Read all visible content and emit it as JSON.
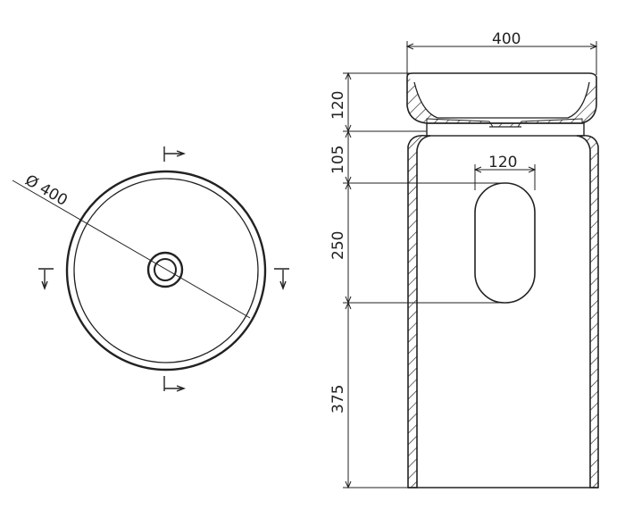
{
  "drawing": {
    "plan_view": {
      "diameter_label": "Ø 400"
    },
    "side_section": {
      "overall_width_label": "400",
      "basin_height_label": "120",
      "neck_height_label": "105",
      "opening_width_label": "120",
      "opening_height_label": "250",
      "base_height_label": "375"
    },
    "colors": {
      "line": "#222222",
      "background": "#ffffff"
    }
  }
}
